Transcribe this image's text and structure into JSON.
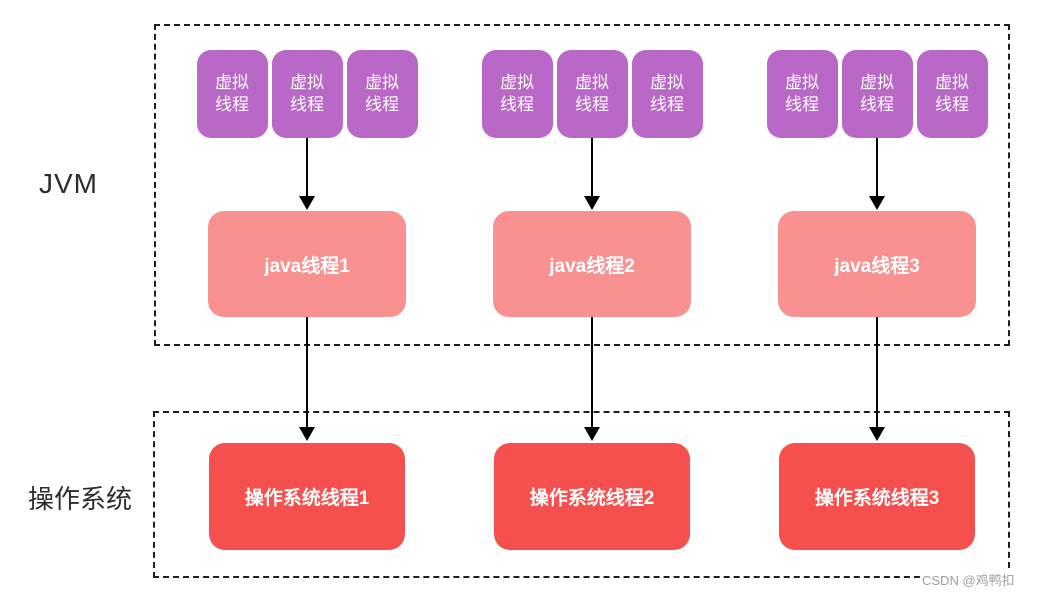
{
  "diagram": {
    "jvm_region_label": "JVM",
    "os_region_label": "操作系统"
  },
  "virtual_thread": {
    "line1": "虚拟",
    "line2": "线程"
  },
  "columns": [
    {
      "java_thread": "java线程1",
      "os_thread": "操作系统线程1"
    },
    {
      "java_thread": "java线程2",
      "os_thread": "操作系统线程2"
    },
    {
      "java_thread": "java线程3",
      "os_thread": "操作系统线程3"
    }
  ],
  "watermark": "CSDN @鸡鸭扣",
  "colors": {
    "virtual_thread": "#ba68c8",
    "java_thread": "#f99191",
    "os_thread": "#f5504d",
    "arrow": "#000000",
    "region_border": "#1f1f1f",
    "label_text": "#2d2d2d",
    "box_text": "#ffffff",
    "watermark_text": "#9e9e9e"
  }
}
